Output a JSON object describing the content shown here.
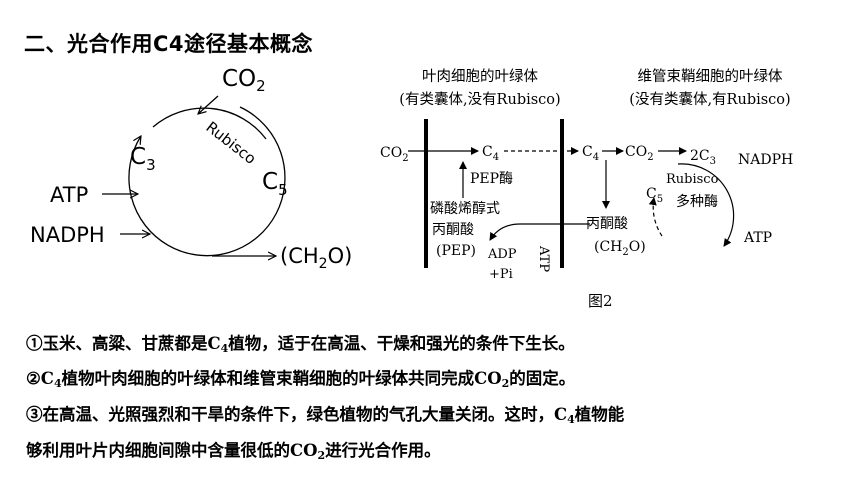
{
  "heading": "二、光合作用C4途径基本概念",
  "calvin": {
    "co2": "CO",
    "co2_sub": "2",
    "c3": "C",
    "c3_sub": "3",
    "c5": "C",
    "c5_sub": "5",
    "rubisco": "Rubisco",
    "atp": "ATP",
    "nadph": "NADPH",
    "ch2o_a": "(CH",
    "ch2o_sub": "2",
    "ch2o_b": "O)"
  },
  "fig2": {
    "left_title": "叶肉细胞的叶绿体",
    "left_subtitle": "(有类囊体,没有Rubisco)",
    "right_title": "维管束鞘细胞的叶绿体",
    "right_subtitle": "(没有类囊体,有Rubisco)",
    "co2": "CO",
    "co2_sub": "2",
    "c4": "C",
    "c4_sub": "4",
    "c4_right": "C",
    "c4_right_sub": "4",
    "co2_right": "CO",
    "co2_right_sub": "2",
    "two_c3": "2C",
    "two_c3_sub": "3",
    "nadph": "NADPH",
    "rubisco": "Rubisco",
    "c5": "C",
    "c5_sub": "5",
    "enzymes": "多种酶",
    "atp_right": "ATP",
    "pep_enzyme": "PEP酶",
    "pep_name_1": "磷酸烯醇式",
    "pep_name_2": "丙酮酸",
    "pep_abbr": "(PEP)",
    "adp": "ADP",
    "pi": "+Pi",
    "atp_vertical": "ATP",
    "pyruvate": "丙酮酸",
    "ch2o_a": "(CH",
    "ch2o_sub": "2",
    "ch2o_b": "O)",
    "caption": "图2"
  },
  "points": [
    {
      "p1": "①玉米、高粱、甘蔗都是C",
      "s1": "4",
      "p2": "植物，适于在高温、干燥和强光的条件下生长。"
    },
    {
      "p1": "②C",
      "s1": "4",
      "p2": "植物叶肉细胞的叶绿体和维管束鞘细胞的叶绿体共同完成CO",
      "s2": "2",
      "p3": "的固定。"
    },
    {
      "p1": "③在高温、光照强烈和干旱的条件下，绿色植物的气孔大量关闭。这时，C",
      "s1": "4",
      "p2": "植物能"
    },
    {
      "p1": "够利用叶片内细胞间隙中含量很低的CO",
      "s1": "2",
      "p2": "进行光合作用。"
    }
  ]
}
